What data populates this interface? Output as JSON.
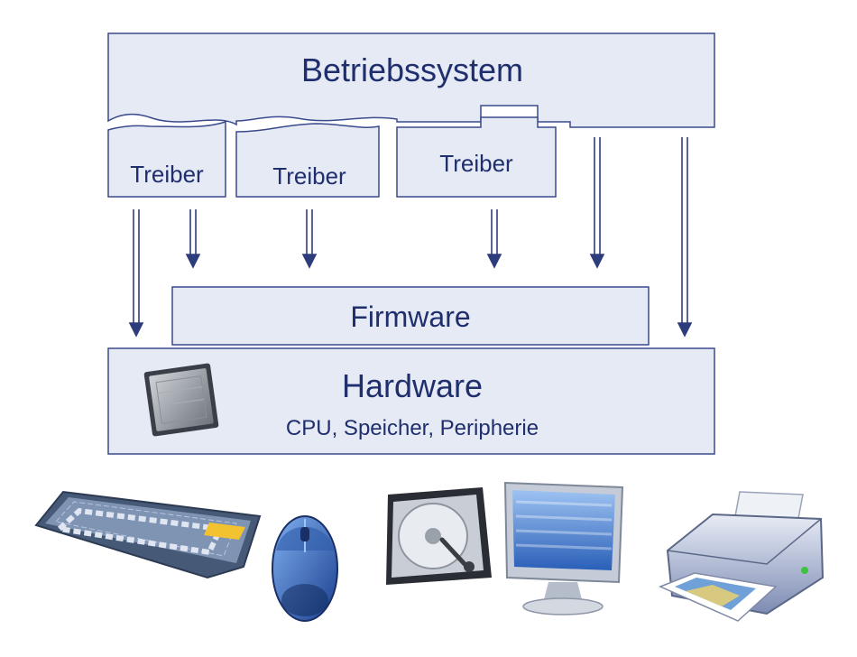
{
  "layers": {
    "os": {
      "label": "Betriebssystem"
    },
    "drivers": [
      {
        "label": "Treiber"
      },
      {
        "label": "Treiber"
      },
      {
        "label": "Treiber"
      }
    ],
    "firmware": {
      "label": "Firmware"
    },
    "hardware": {
      "label": "Hardware",
      "sublabel": "CPU, Speicher, Peripherie"
    }
  },
  "devices": [
    "keyboard-icon",
    "mouse-icon",
    "hard-disk-icon",
    "monitor-icon",
    "printer-icon"
  ],
  "colors": {
    "box_fill": "#e6eaf5",
    "box_stroke": "#3a4a8c",
    "text": "#1f2f6e",
    "arrow": "#2d3d7c"
  }
}
